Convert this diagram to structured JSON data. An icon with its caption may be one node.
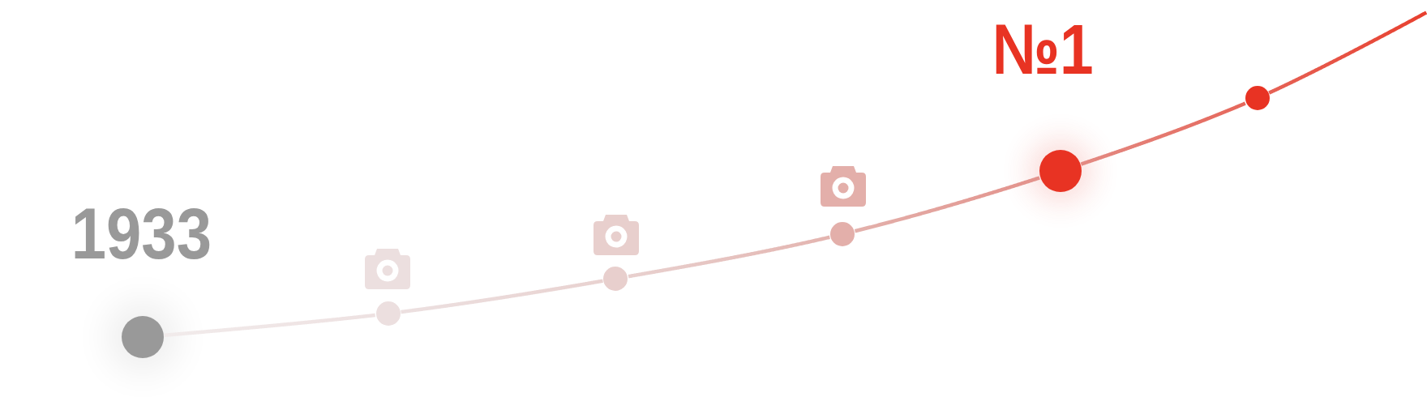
{
  "diagram": {
    "nodes": [
      {
        "text": [],
        "shape": "circle",
        "beside": [
          "1933"
        ]
      },
      {
        "text": [],
        "shape": "circle"
      },
      {
        "text": [],
        "shape": "circle"
      },
      {
        "text": [],
        "shape": "circle"
      },
      {
        "text": [],
        "shape": "circle",
        "beside": [
          "№1"
        ]
      },
      {
        "text": [],
        "shape": "circle"
      }
    ],
    "edges": [
      {
        "from": 0,
        "to": 1,
        "arrow": "none"
      },
      {
        "from": 1,
        "to": 2,
        "arrow": "none"
      },
      {
        "from": 2,
        "to": 3,
        "arrow": "none"
      },
      {
        "from": 3,
        "to": 4,
        "arrow": "none"
      },
      {
        "from": 4,
        "to": 5,
        "arrow": "none"
      },
      {
        "from": 5,
        "to": null,
        "arrow": "none"
      }
    ]
  }
}
